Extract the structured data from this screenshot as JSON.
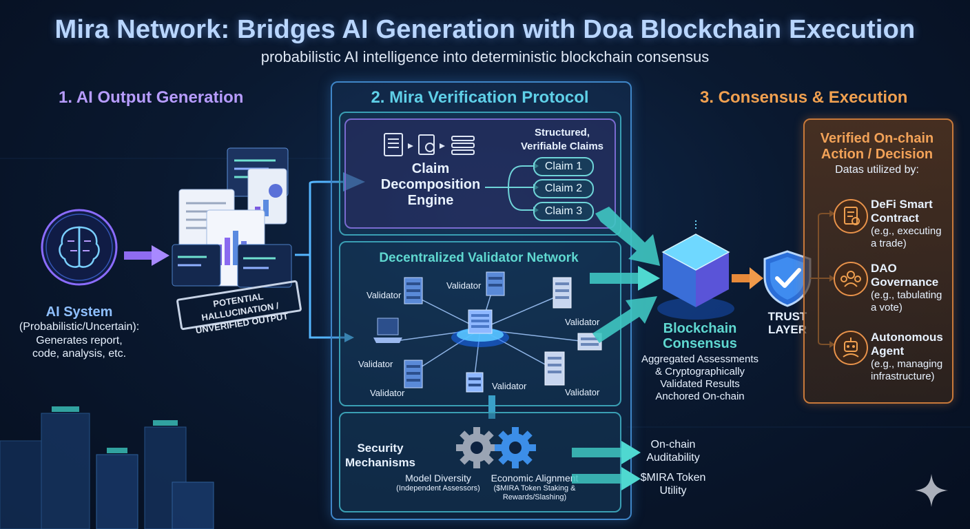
{
  "title": "Mira Network: Bridges AI Generation with Doa Blockchain Execution",
  "subtitle": "probabilistic AI intelligence into deterministic blockchain consensus",
  "section1": {
    "heading": "1. AI Output Generation",
    "ai_system_title": "AI System",
    "ai_system_desc_1": "(Probabilistic/Uncertain):",
    "ai_system_desc_2": "Generates report,",
    "ai_system_desc_3": "code, analysis, etc.",
    "stamp_line_1": "POTENTIAL HALLUCINATION /",
    "stamp_line_2": "UNVERIFIED OUTPUT"
  },
  "section2": {
    "heading": "2. Mira Verification Protocol",
    "claim_engine_1": "Claim",
    "claim_engine_2": "Decomposition",
    "claim_engine_3": "Engine",
    "structured_1": "Structured,",
    "structured_2": "Verifiable Claims",
    "claims": [
      "Claim 1",
      "Claim 2",
      "Claim 3"
    ],
    "validator_heading": "Decentralized Validator Network",
    "validator_label": "Validator",
    "security_1": "Security",
    "security_2": "Mechanisms",
    "model_diversity": "Model Diversity",
    "model_diversity_sub": "(Independent Assessors)",
    "economic_alignment": "Economic Alignment",
    "economic_sub_1": "($MIRA Token Staking &",
    "economic_sub_2": "Rewards/Slashing)",
    "onchain_1": "On-chain",
    "onchain_2": "Auditability",
    "token_1": "$MIRA Token",
    "token_2": "Utility"
  },
  "section3": {
    "heading": "3. Consensus & Execution",
    "blockchain_1": "Blockchain",
    "blockchain_2": "Consensus",
    "agg_1": "Aggregated Assessments",
    "agg_2": "& Cryptographically",
    "agg_3": "Validated Results",
    "agg_4": "Anchored On-chain",
    "trust_1": "TRUST",
    "trust_2": "LAYER",
    "verified_1": "Verified On-chain",
    "verified_2": "Action / Decision",
    "utilized": "Datas utilized by:",
    "uses": [
      {
        "title_1": "DeFi Smart",
        "title_2": "Contract",
        "desc_1": "(e.g., executing",
        "desc_2": "a trade)"
      },
      {
        "title_1": "DAO",
        "title_2": "Governance",
        "desc_1": "(e.g., tabulating",
        "desc_2": "a vote)"
      },
      {
        "title_1": "Autonomous",
        "title_2": "Agent",
        "desc_1": "(e.g., managing",
        "desc_2": "infrastructure)"
      }
    ]
  },
  "colors": {
    "section1": "#b79cff",
    "section2": "#5fd0e8",
    "section3": "#f0a050",
    "verified": "#f2a258"
  },
  "icons": [
    "brain-icon",
    "document-icon",
    "claim-decomposition-icon",
    "validator-server-icon",
    "laptop-icon",
    "gear-icon",
    "blockchain-cube-icon",
    "shield-check-icon",
    "smart-contract-icon",
    "governance-icon",
    "robot-agent-icon",
    "sparkle-icon"
  ]
}
